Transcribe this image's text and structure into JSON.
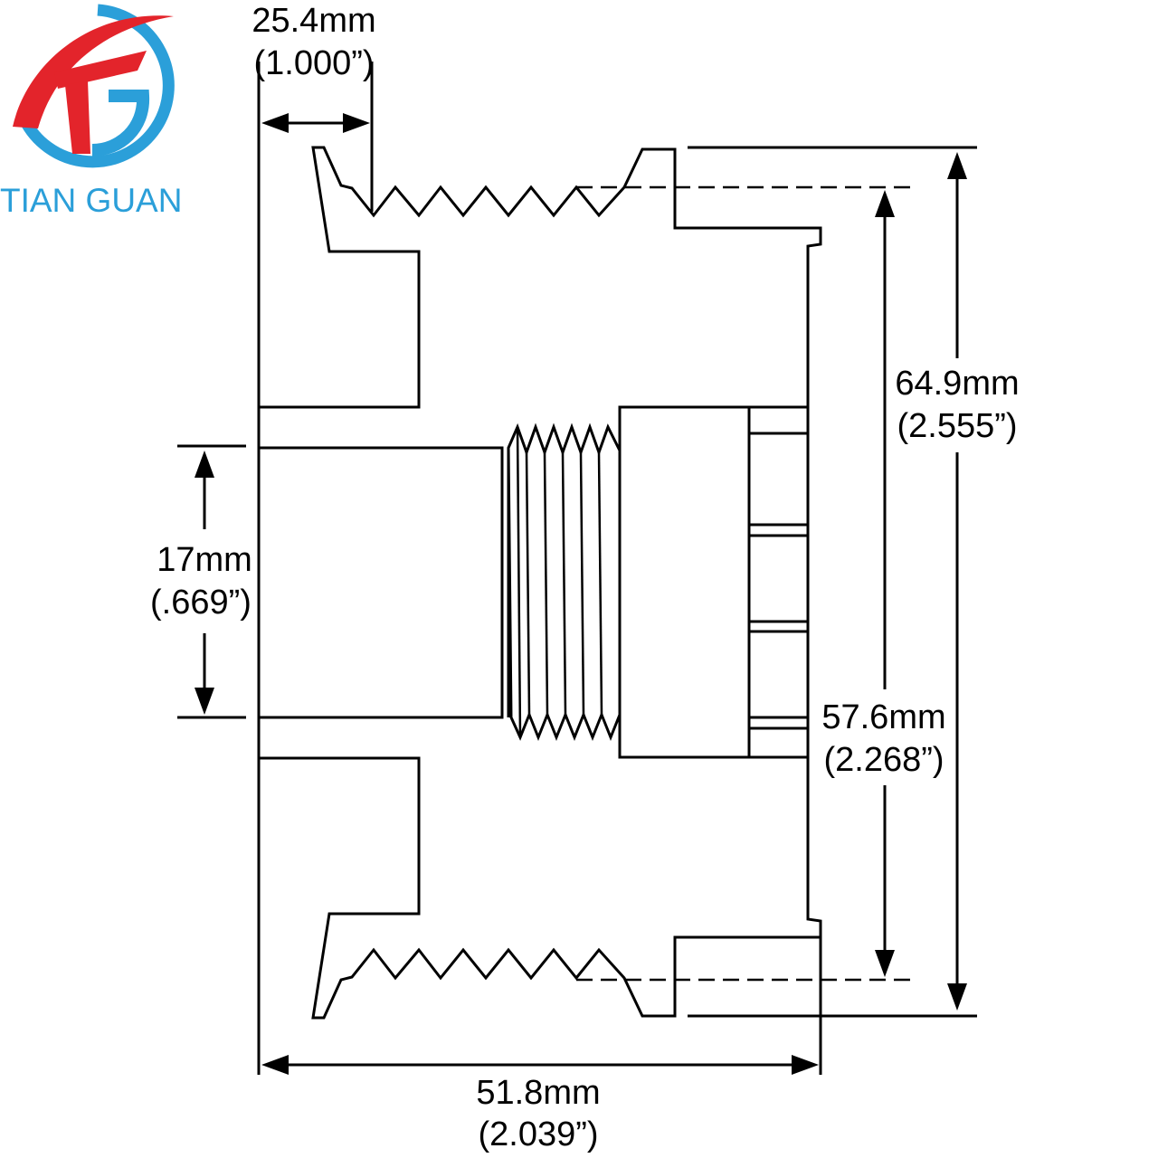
{
  "logo": {
    "text": "TIAN GUAN",
    "icon": "tian-guan-logo",
    "colors": {
      "blue": "#2b9fd9",
      "red": "#e3242b"
    }
  },
  "dimensions": {
    "top_width": {
      "metric": "25.4mm",
      "imperial": "(1.000”)"
    },
    "outer_height": {
      "metric": "64.9mm",
      "imperial": "(2.555”)"
    },
    "groove_height": {
      "metric": "57.6mm",
      "imperial": "(2.268”)"
    },
    "bore": {
      "metric": "17mm",
      "imperial": "(.669”)"
    },
    "overall_width": {
      "metric": "51.8mm",
      "imperial": "(2.039”)"
    }
  },
  "colors": {
    "line": "#000000",
    "hatch_fill": "#f3f3f3",
    "hatch_line": "#bcbcbc",
    "background": "#ffffff"
  }
}
